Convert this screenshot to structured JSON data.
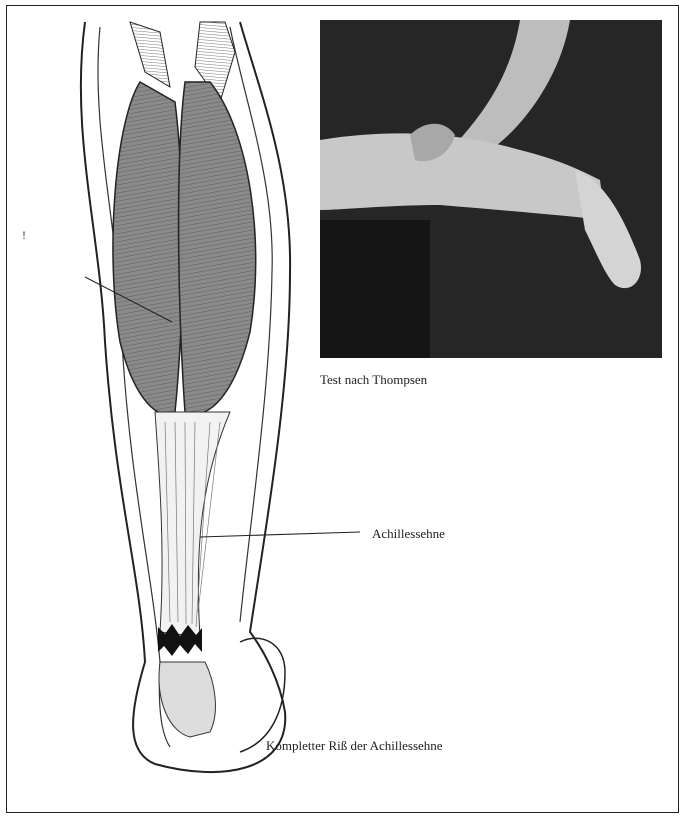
{
  "figure": {
    "photo_caption": "Test nach Thompsen",
    "tendon_label": "Achillessehne",
    "rupture_caption": "Kompletter Riß der Achillessehne",
    "left_margin_mark": "!"
  }
}
